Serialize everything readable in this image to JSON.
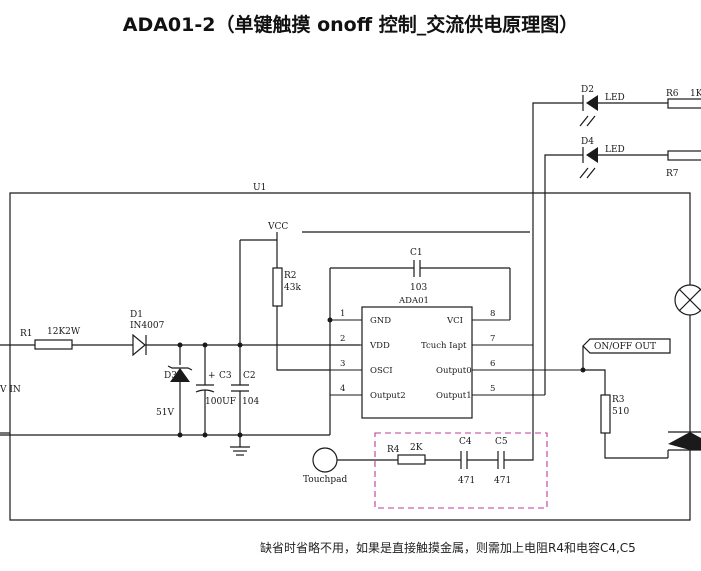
{
  "title": "ADA01-2（单键触摸 onoff 控制_交流供电原理图）",
  "ic": {
    "name": "ADA01",
    "ref": "U1",
    "left_pins": [
      {
        "no": "1",
        "name": "GND"
      },
      {
        "no": "2",
        "name": "VDD"
      },
      {
        "no": "3",
        "name": "OSCI"
      },
      {
        "no": "4",
        "name": "Output2"
      }
    ],
    "right_pins": [
      {
        "no": "8",
        "name": "VCI"
      },
      {
        "no": "7",
        "name": "Tcuch Iapt"
      },
      {
        "no": "6",
        "name": "Output0"
      },
      {
        "no": "5",
        "name": "Output1"
      }
    ]
  },
  "components": {
    "r1": "R1",
    "r1_value": "12K2W",
    "d1": "D1",
    "d1_value": "IN4007",
    "d3": "D3",
    "d3_value": "51V",
    "c3": "C3",
    "c3_value": "100UF",
    "c2": "C2",
    "c2_value": "104",
    "r2": "R2",
    "r2_value": "43k",
    "c1": "C1",
    "c1_value": "103",
    "vcc": "VCC",
    "d2": "D2",
    "d2_value": "LED",
    "d4": "D4",
    "d4_value": "LED",
    "r6": "R6",
    "r6_value": "1K",
    "r7": "R7",
    "r3": "R3",
    "r3_value": "510",
    "r4": "R4",
    "r4_value": "2K",
    "c4": "C4",
    "c4_value": "471",
    "c5": "C5",
    "c5_value": "471",
    "touchpad": "Touchpad",
    "onoff": "ON/OFF OUT",
    "vin": "V IN",
    "plus": "+"
  },
  "note": "缺省时省略不用，如果是直接触摸金属，则需加上电阻R4和电容C4,C5"
}
